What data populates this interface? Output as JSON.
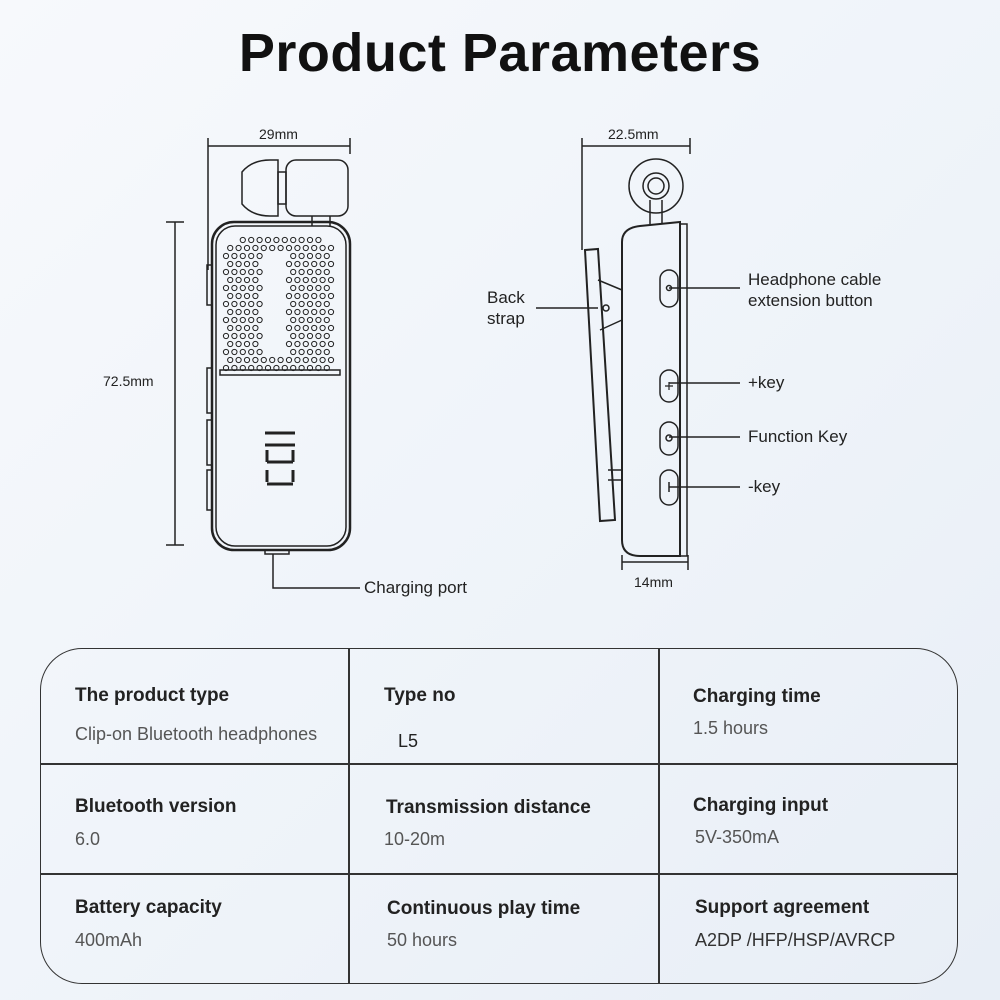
{
  "title": "Product Parameters",
  "dimensions": {
    "front_width": "29mm",
    "front_height": "72.5mm",
    "side_width": "22.5mm",
    "side_depth": "14mm"
  },
  "callouts": {
    "charging_port": "Charging port",
    "back_strap_1": "Back",
    "back_strap_2": "strap",
    "cable_button_1": "Headphone cable",
    "cable_button_2": "extension button",
    "plus_key": "+key",
    "function_key": "Function Key",
    "minus_key": "-key"
  },
  "specs": [
    {
      "label": "The product type",
      "value": "Clip-on Bluetooth headphones"
    },
    {
      "label": "Type no",
      "value": "L5"
    },
    {
      "label": "Charging time",
      "value": "1.5 hours"
    },
    {
      "label": "Bluetooth version",
      "value": "6.0"
    },
    {
      "label": "Transmission distance",
      "value": "10-20m"
    },
    {
      "label": "Charging input",
      "value": "5V-350mA"
    },
    {
      "label": "Battery capacity",
      "value": "400mAh"
    },
    {
      "label": "Continuous play time",
      "value": "50 hours"
    },
    {
      "label": "Support agreement",
      "value": "A2DP /HFP/HSP/AVRCP"
    }
  ]
}
